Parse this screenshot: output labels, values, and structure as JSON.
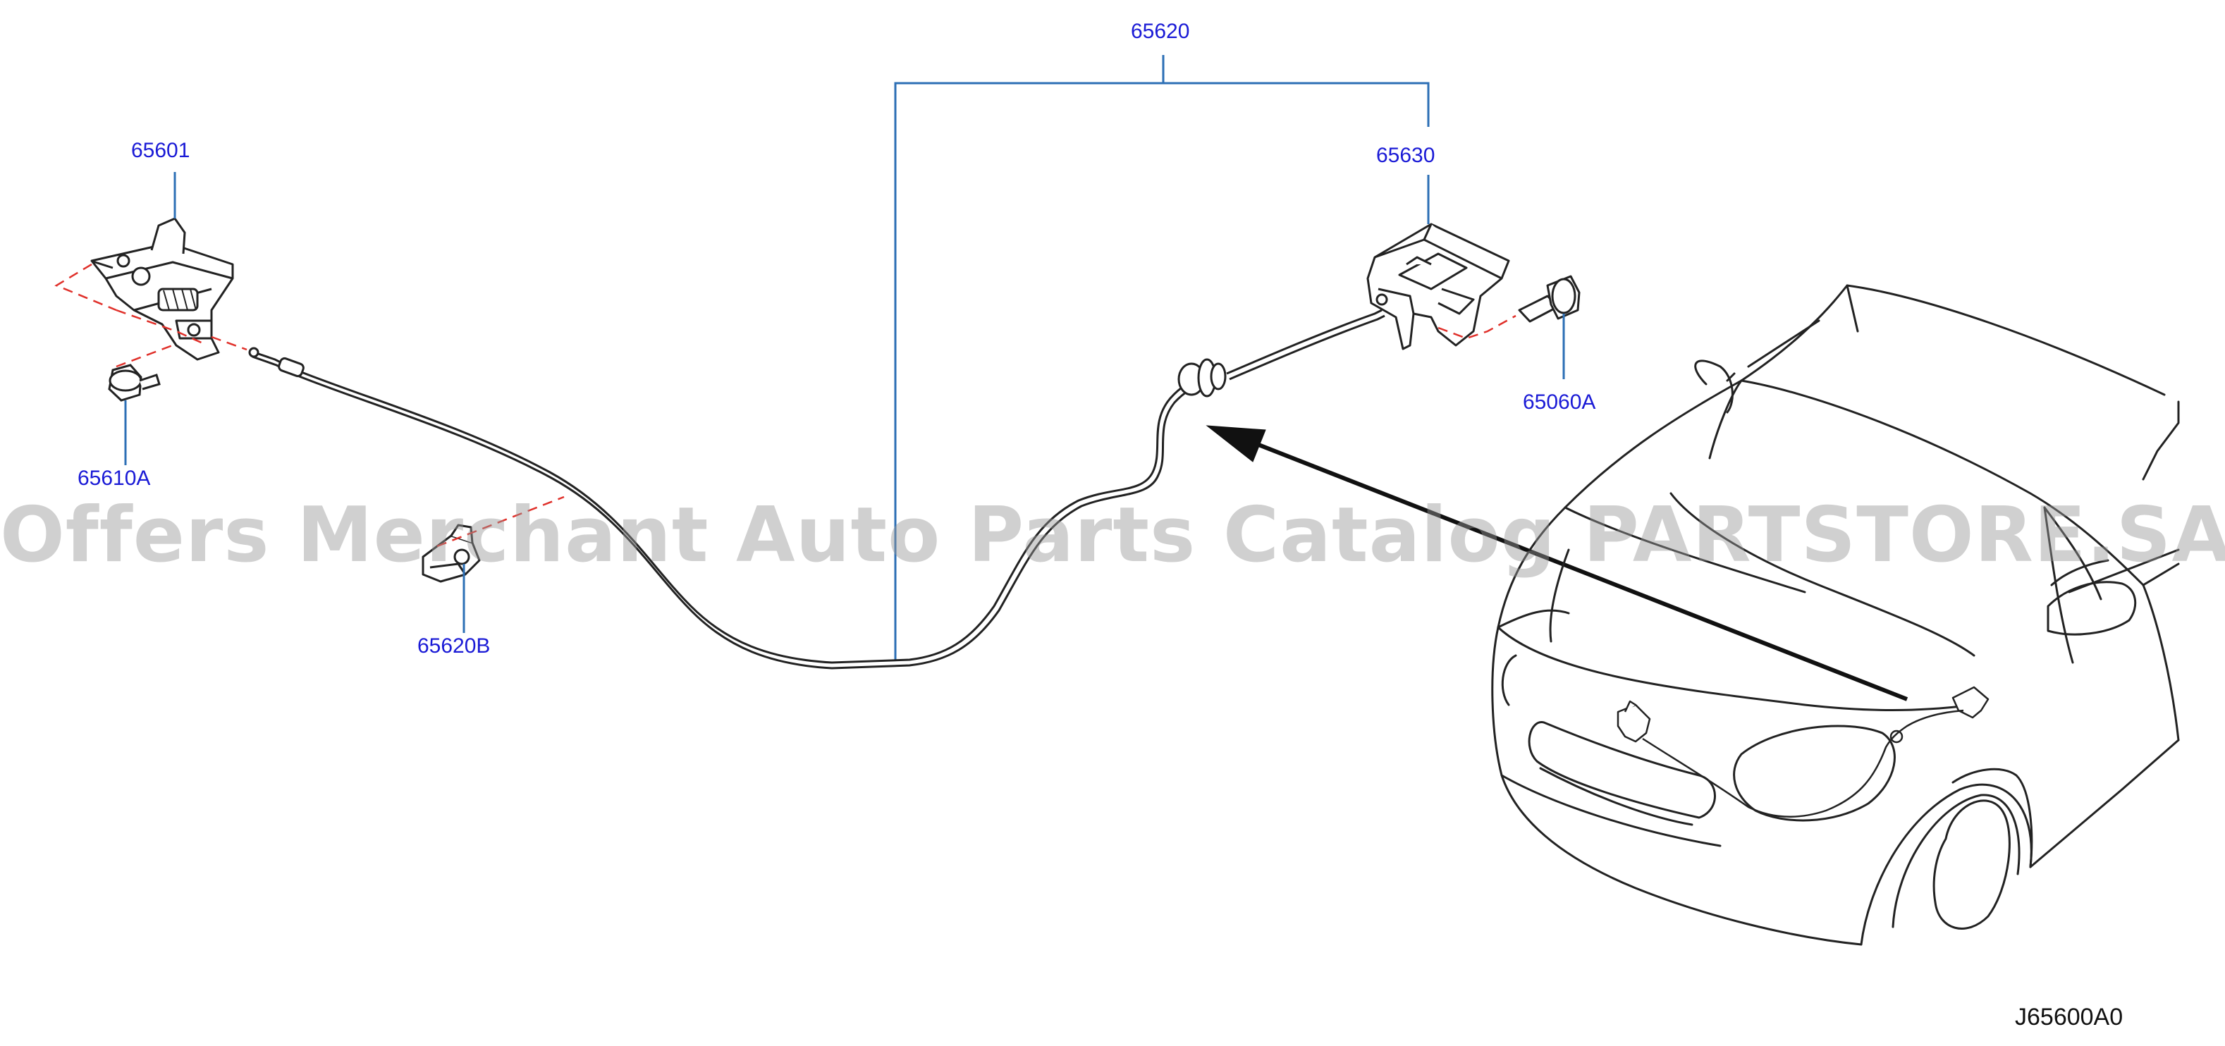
{
  "labels": {
    "cable_assembly": "65620",
    "hood_lock": "65601",
    "hood_lock_bolt": "65610A",
    "cable_clip": "65620B",
    "release_handle": "65630",
    "handle_bolt": "65060A"
  },
  "diagram_code": "J65600A0",
  "watermark": "Offers Merchant Auto Parts Catalog PARTSTORE.SA",
  "colors": {
    "label": "#1a1ad6",
    "leader": "#2c6fb5",
    "dash": "#e0302a",
    "line": "#222222"
  }
}
